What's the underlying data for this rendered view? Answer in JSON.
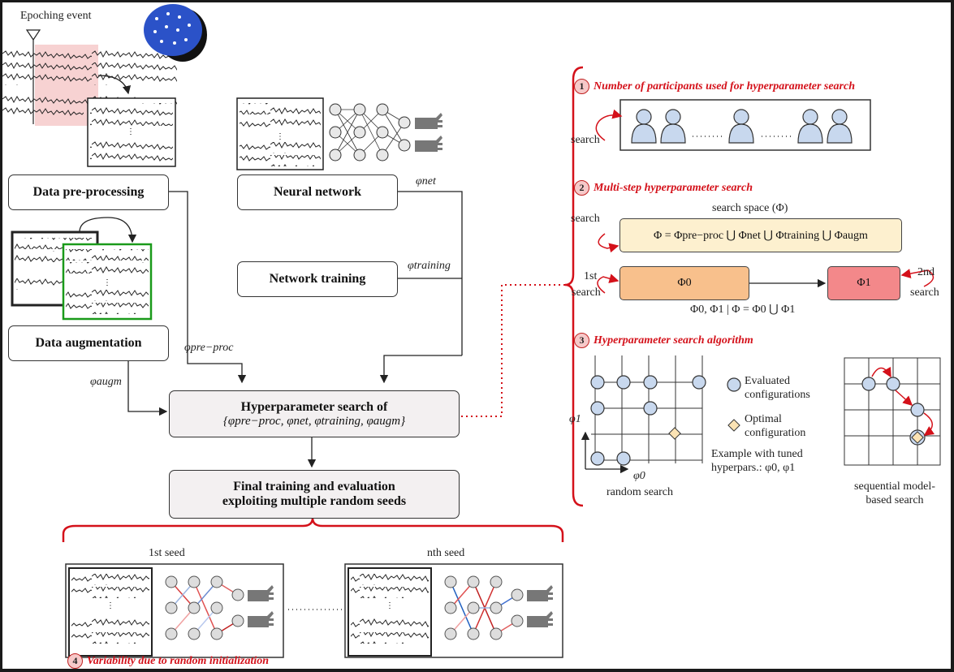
{
  "diagram": {
    "epoching_event": "Epoching event",
    "data_preprocessing": "Data pre-processing",
    "data_augmentation": "Data augmentation",
    "neural_network": "Neural network",
    "network_training": "Network training",
    "hp_search_line1": "Hyperparameter search of",
    "hp_search_line2": "{φpre−proc, φnet, φtraining, φaugm}",
    "final_line1": "Final training and evaluation",
    "final_line2": "exploiting multiple random seeds",
    "phi_net": "φnet",
    "phi_training": "φtraining",
    "phi_preproc": "φpre−proc",
    "phi_augm": "φaugm",
    "seed_first": "1st seed",
    "seed_nth": "nth seed",
    "section4_num": "4",
    "section4_title": "Variability due to random initialization"
  },
  "panel": {
    "s1_num": "1",
    "s1_title": "Number of participants used for hyperparameter search",
    "s2_num": "2",
    "s2_title": "Multi-step hyperparameter search",
    "s3_num": "3",
    "s3_title": "Hyperparameter search algorithm",
    "search": "search",
    "search_space": "search space (Φ)",
    "phi_union": "Φ = Φpre−proc ⋃ Φnet ⋃ Φtraining ⋃ Φaugm",
    "phi0": "Φ0",
    "phi1": "Φ1",
    "first_step": "1st",
    "second_step": "2nd",
    "split_formula": "Φ0, Φ1 | Φ = Φ0 ⋃ Φ1",
    "legend_evaluated": "Evaluated configurations",
    "legend_optimal": "Optimal configuration",
    "example": "Example with tuned hyperpars.: φ0, φ1",
    "random_search": "random search",
    "sequential_search": "sequential model-based search",
    "axis_phi0": "φ0",
    "axis_phi1": "φ1"
  },
  "colors": {
    "red": "#d4111a",
    "phi_union_fill": "#fdf0cf",
    "phi0_fill": "#f8c08c",
    "phi1_fill": "#f3888a",
    "node_fill": "#c8d8ee",
    "optimal_fill": "#fbe3b4",
    "green_border": "#1a9a1a"
  }
}
